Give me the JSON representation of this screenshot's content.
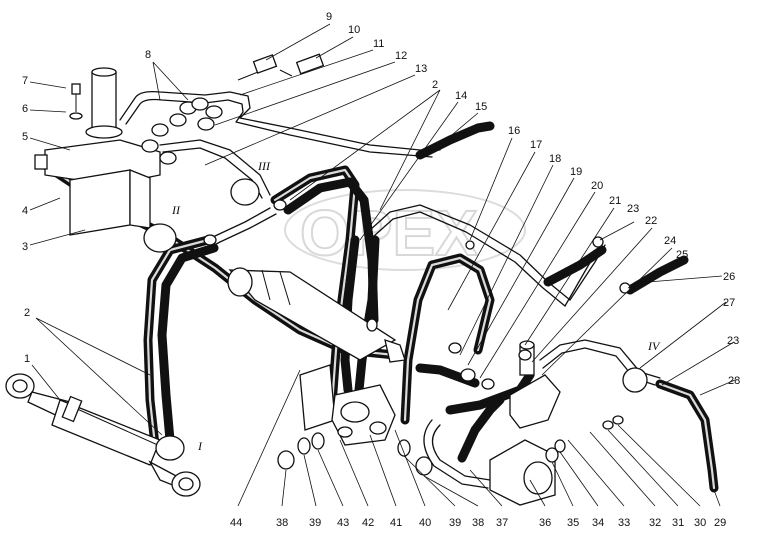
{
  "diagram": {
    "watermark": "OPEX",
    "part_labels": [
      "1",
      "2",
      "3",
      "4",
      "5",
      "6",
      "7",
      "8",
      "9",
      "10",
      "11",
      "12",
      "13",
      "14",
      "15",
      "16",
      "17",
      "18",
      "19",
      "20",
      "21",
      "22",
      "23",
      "24",
      "25",
      "26",
      "27",
      "28",
      "29",
      "30",
      "31",
      "32",
      "33",
      "34",
      "35",
      "36",
      "37",
      "38",
      "39",
      "40",
      "41",
      "42",
      "43",
      "44"
    ],
    "bottom_labels": [
      "44",
      "38",
      "39",
      "43",
      "42",
      "41",
      "40",
      "39",
      "38",
      "37",
      "36",
      "35",
      "34",
      "33",
      "32",
      "31",
      "30",
      "29"
    ],
    "roman_markers": [
      "I",
      "II",
      "III",
      "IV"
    ],
    "colors": {
      "ink": "#111111",
      "background": "#ffffff",
      "watermark": "#b9b9b9"
    }
  }
}
